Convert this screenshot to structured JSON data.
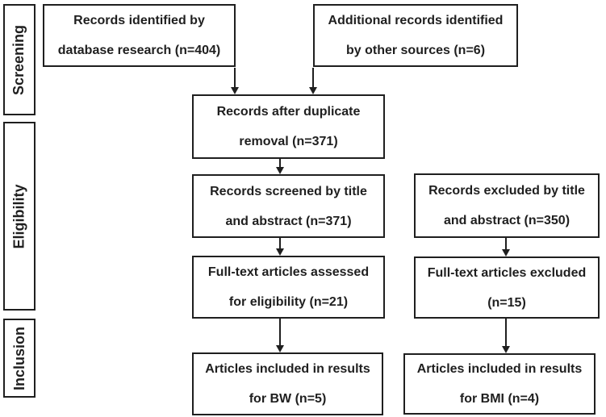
{
  "colors": {
    "line": "#1f1f1f",
    "text": "#1f1f1f",
    "box_background": "#ffffff",
    "page_background": "#ffffff"
  },
  "stages": {
    "screening": "Screening",
    "eligibility": "Eligibility",
    "inclusion": "Inclusion"
  },
  "boxes": {
    "records_identified": {
      "line1": "Records identified by",
      "line2": "database research (n=404)"
    },
    "additional_records": {
      "line1": "Additional records identified",
      "line2": "by other sources (n=6)"
    },
    "duplicate_removal": {
      "line1": "Records after duplicate",
      "line2": "removal (n=371)"
    },
    "records_screened": {
      "line1": "Records screened by title",
      "line2": "and abstract (n=371)"
    },
    "records_excluded": {
      "line1": "Records excluded by title",
      "line2": "and abstract (n=350)"
    },
    "fulltext_assessed": {
      "line1": "Full-text articles assessed",
      "line2": "for eligibility (n=21)"
    },
    "fulltext_excluded": {
      "line1": "Full-text articles excluded",
      "line2": "(n=15)"
    },
    "included_bw": {
      "line1": "Articles included in results",
      "line2": "for BW (n=5)"
    },
    "included_bmi": {
      "line1": "Articles included in results",
      "line2": "for BMI (n=4)"
    }
  },
  "flows": [
    {
      "from": "records_identified",
      "to": "duplicate_removal"
    },
    {
      "from": "additional_records",
      "to": "duplicate_removal"
    },
    {
      "from": "duplicate_removal",
      "to": "records_screened"
    },
    {
      "from": "records_screened",
      "to": "fulltext_assessed"
    },
    {
      "from": "records_excluded",
      "to": "fulltext_excluded"
    },
    {
      "from": "fulltext_assessed",
      "to": "included_bw"
    },
    {
      "from": "fulltext_excluded",
      "to": "included_bmi"
    }
  ]
}
